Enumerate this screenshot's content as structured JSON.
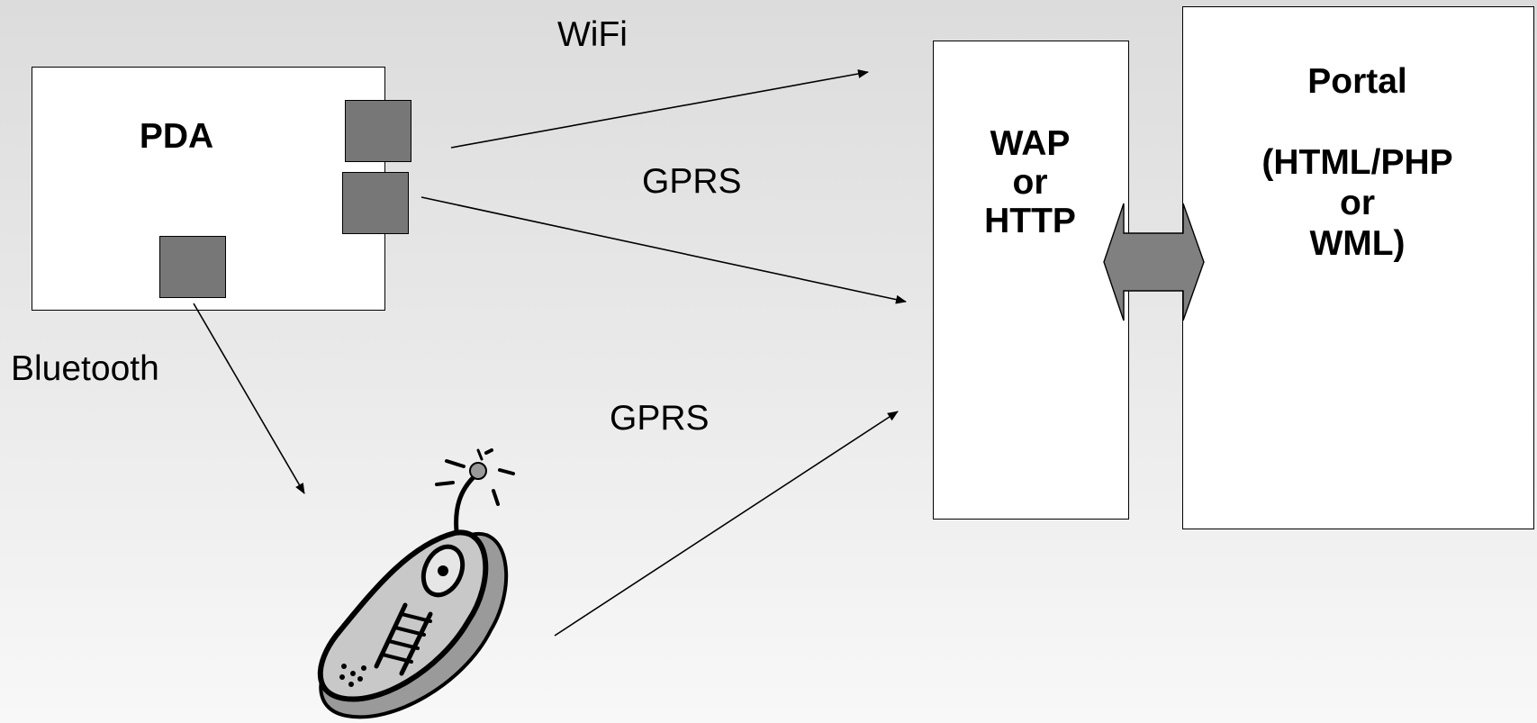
{
  "nodes": {
    "pda": "PDA",
    "gateway": [
      "WAP",
      "or",
      "HTTP"
    ],
    "portal": [
      "Portal",
      "",
      "(HTML/PHP",
      "or",
      "WML)"
    ]
  },
  "edges": {
    "wifi": "WiFi",
    "gprs_pda": "GPRS",
    "gprs_phone": "GPRS",
    "bluetooth": "Bluetooth"
  },
  "colors": {
    "box_fill": "#ffffff",
    "chip_fill": "#777777",
    "double_arrow_fill": "#808080"
  },
  "icons": {
    "phone": "mobile-phone-icon",
    "double_arrow": "double-arrow-icon"
  }
}
